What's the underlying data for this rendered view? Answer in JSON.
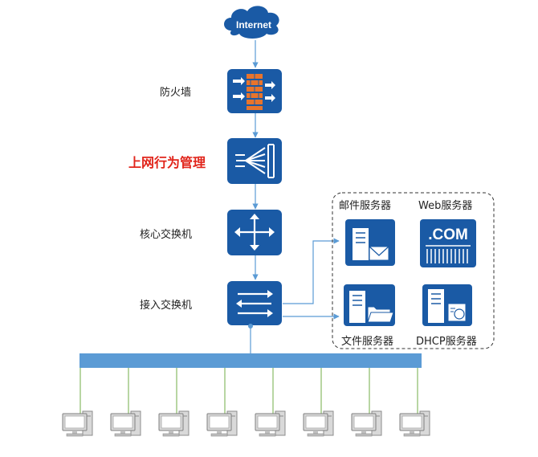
{
  "cloud": {
    "label": "Internet"
  },
  "devices": {
    "firewall": {
      "label": "防火墙"
    },
    "behavior_mgmt": {
      "label": "上网行为管理"
    },
    "core_switch": {
      "label": "核心交换机"
    },
    "access_switch": {
      "label": "接入交换机"
    }
  },
  "servers": {
    "mail": {
      "label": "邮件服务器"
    },
    "web": {
      "label": "Web服务器",
      "screen_text": ".COM"
    },
    "file": {
      "label": "文件服务器"
    },
    "dhcp": {
      "label": "DHCP服务器"
    }
  },
  "colors": {
    "device_blue": "#1a5aa5",
    "line_blue": "#5b9bd5",
    "bus_blue": "#5b9bd5",
    "client_line_green": "#70ad47",
    "firewall_brick": "#e8742c",
    "highlight_red": "#e1251b"
  },
  "clients": {
    "count": 8
  }
}
